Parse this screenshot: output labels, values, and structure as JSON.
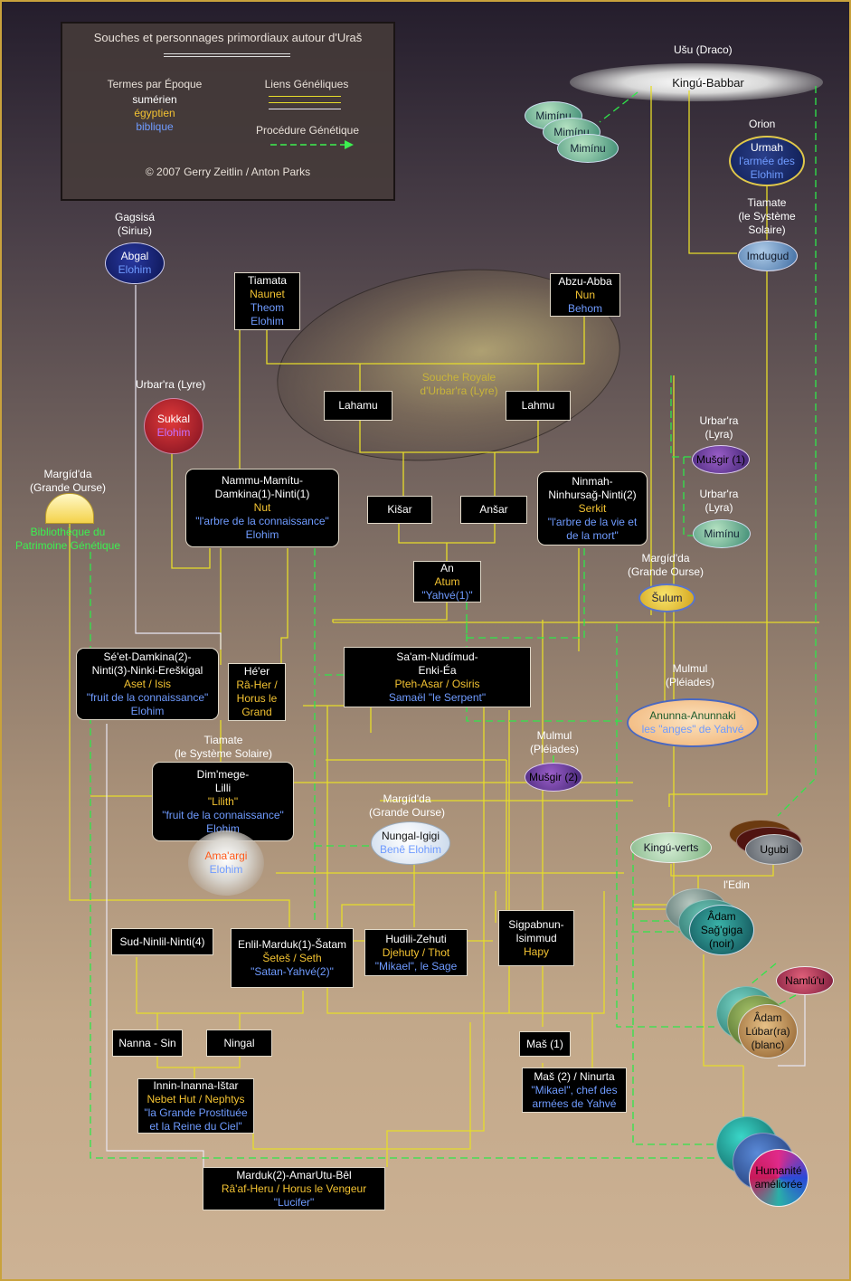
{
  "legend": {
    "title": "Souches et personnages primordiaux autour d'Uraš",
    "epoch_title": "Termes par Époque",
    "sumerian": "sumérien",
    "egyptian": "égyptien",
    "biblical": "biblique",
    "links_title": "Liens Généliques",
    "procedure_title": "Procédure Génétique",
    "copyright": "© 2007 Gerry Zeitlin / Anton Parks"
  },
  "colors": {
    "sumerian": "#ffffff",
    "egyptian": "#f2c232",
    "biblical": "#6f9bff",
    "genetic_link": "#e8e020",
    "procedure": "#3cf050"
  },
  "places": {
    "usu": "Ušu (Draco)",
    "orion": "Orion",
    "gagsisa": [
      "Gagsisá",
      "(Sirius)"
    ],
    "tiamate_top": [
      "Tiamate",
      "(le Système",
      "Solaire)"
    ],
    "urbara_left": "Urbar'ra (Lyre)",
    "margida_left": [
      "Margíd'da",
      "(Grande Ourse)"
    ],
    "urbara_r1": [
      "Urbar'ra",
      "(Lyra)"
    ],
    "urbara_r2": [
      "Urbar'ra",
      "(Lyra)"
    ],
    "margida_right": [
      "Margíd'da",
      "(Grande Ourse)"
    ],
    "mulmul_1": [
      "Mulmul",
      "(Pléiades)"
    ],
    "mulmul_2": [
      "Mulmul",
      "(Pléiades)"
    ],
    "tiamate_mid": [
      "Tiamate",
      "(le Système Solaire)"
    ],
    "margida_mid": [
      "Margíd'da",
      "(Grande Ourse)"
    ],
    "edin": "l'Edin",
    "royal": [
      "Souche Royale",
      "d'Urbar'ra (Lyre)"
    ]
  },
  "library": [
    "Bibliothèque du",
    "Patrimoine Génétique"
  ],
  "nodes": {
    "kingu_babbar": "Kingú-Babbar",
    "mimin_1": "Mimínu",
    "mimin_2": "Mimínu",
    "mimin_3": "Mimínu",
    "urmah": {
      "sum": "Urmah",
      "bib": "l'armée des Elohim"
    },
    "imdugud": "Imdugud",
    "abgal": {
      "sum": "Abgal",
      "bib": "Elohim"
    },
    "tiamata": {
      "sum": "Tiamata",
      "egy": "Naunet",
      "bib1": "Theom",
      "bib2": "Elohim"
    },
    "abzu": {
      "sum": "Abzu-Abba",
      "egy": "Nun",
      "bib": "Behom"
    },
    "lahamu": "Lahamu",
    "lahmu": "Lahmu",
    "sukkal": {
      "sum": "Sukkal",
      "bib": "Elohim"
    },
    "nammu": {
      "l1": "Nammu-Mamítu-",
      "l2": "Damkina(1)-Ninti(1)",
      "egy": "Nut",
      "bib1": "\"l'arbre de la connaissance\"",
      "bib2": "Elohim"
    },
    "kisar": "Kišar",
    "ansar": "Anšar",
    "ninmah": {
      "l1": "Ninmah-",
      "l2": "Ninhursağ-Ninti(2)",
      "egy": "Serkit",
      "bib1": "\"l'arbre de la vie et",
      "bib2": "de la mort\""
    },
    "musgir_1": "Mušgir (1)",
    "mimin_4": "Mimínu",
    "an": {
      "sum": "An",
      "egy": "Atum",
      "bib": "\"Yahvé(1)\""
    },
    "sulum": "Šulum",
    "set_damkina": {
      "l1": "Sé'et-Damkina(2)-",
      "l2": "Ninti(3)-Ninki-Ereškigal",
      "egy": "Aset / Isis",
      "bib1": "\"fruit de la connaissance\"",
      "bib2": "Elohim"
    },
    "heer": {
      "sum": "Hé'er",
      "egy": "Râ-Her /",
      "egy2": "Horus le",
      "egy3": "Grand"
    },
    "saam": {
      "l1": "Sa'am-Nudímud-",
      "l2": "Enki-Éa",
      "egy": "Pteh-Asar / Osiris",
      "bib": "Samaël \"le Serpent\""
    },
    "anunna": {
      "sum": "Anunna-Anunnaki",
      "bib": "les \"anges\" de Yahvé"
    },
    "musgir_2": "Mušgir (2)",
    "dimmege": {
      "l1": "Dim'mege-",
      "l2": "Lilli",
      "egy": "\"Lilith\"",
      "bib1": "\"fruit de la connaissance\"",
      "bib2": "Elohim"
    },
    "amaargi": {
      "red": "Ama'argi",
      "bib": "Elohim"
    },
    "nungal": {
      "sum": "Nungal-Igigi",
      "bib": "Benê Elohim"
    },
    "kingu_verts": "Kingú-verts",
    "ugubi": "Ugubi",
    "sud": "Sud-Ninlil-Ninti(4)",
    "enlil": {
      "l1": "Enlil-Marduk(1)-Šatam",
      "egy": "Šeteš / Seth",
      "bib": "\"Satan-Yahvé(2)\""
    },
    "hudili": {
      "sum": "Hudili-Zehuti",
      "egy": "Djehuty / Thot",
      "bib": "\"Mikael\", le Sage"
    },
    "sigpabnun": {
      "l1": "Sigpabnun-",
      "l2": "Isimmud",
      "egy": "Hapy"
    },
    "adam_sagiga": [
      "Âdam",
      "Sağ'giga",
      "(noir)"
    ],
    "namluu": "Namlú'u",
    "adam_lubar": [
      "Âdam",
      "Lúbar(ra)",
      "(blanc)"
    ],
    "nanna": "Nanna - Sin",
    "ningal": "Ningal",
    "mas_1": "Maš (1)",
    "mas_2": {
      "sum": "Maš (2) / Ninurta",
      "bib1": "\"Mikael\", chef des",
      "bib2": "armées de Yahvé"
    },
    "innin": {
      "sum": "Innin-Inanna-Ištar",
      "egy": "Nebet Hut / Nephtys",
      "bib1": "\"la Grande Prostituée",
      "bib2": "et la Reine du Ciel\""
    },
    "humanite": [
      "Humanité",
      "améliorée"
    ],
    "marduk2": {
      "sum": "Marduk(2)-AmarUtu-Bêl",
      "egy": "Râ'af-Heru / Horus le Vengeur",
      "bib": "\"Lucifer\""
    }
  }
}
